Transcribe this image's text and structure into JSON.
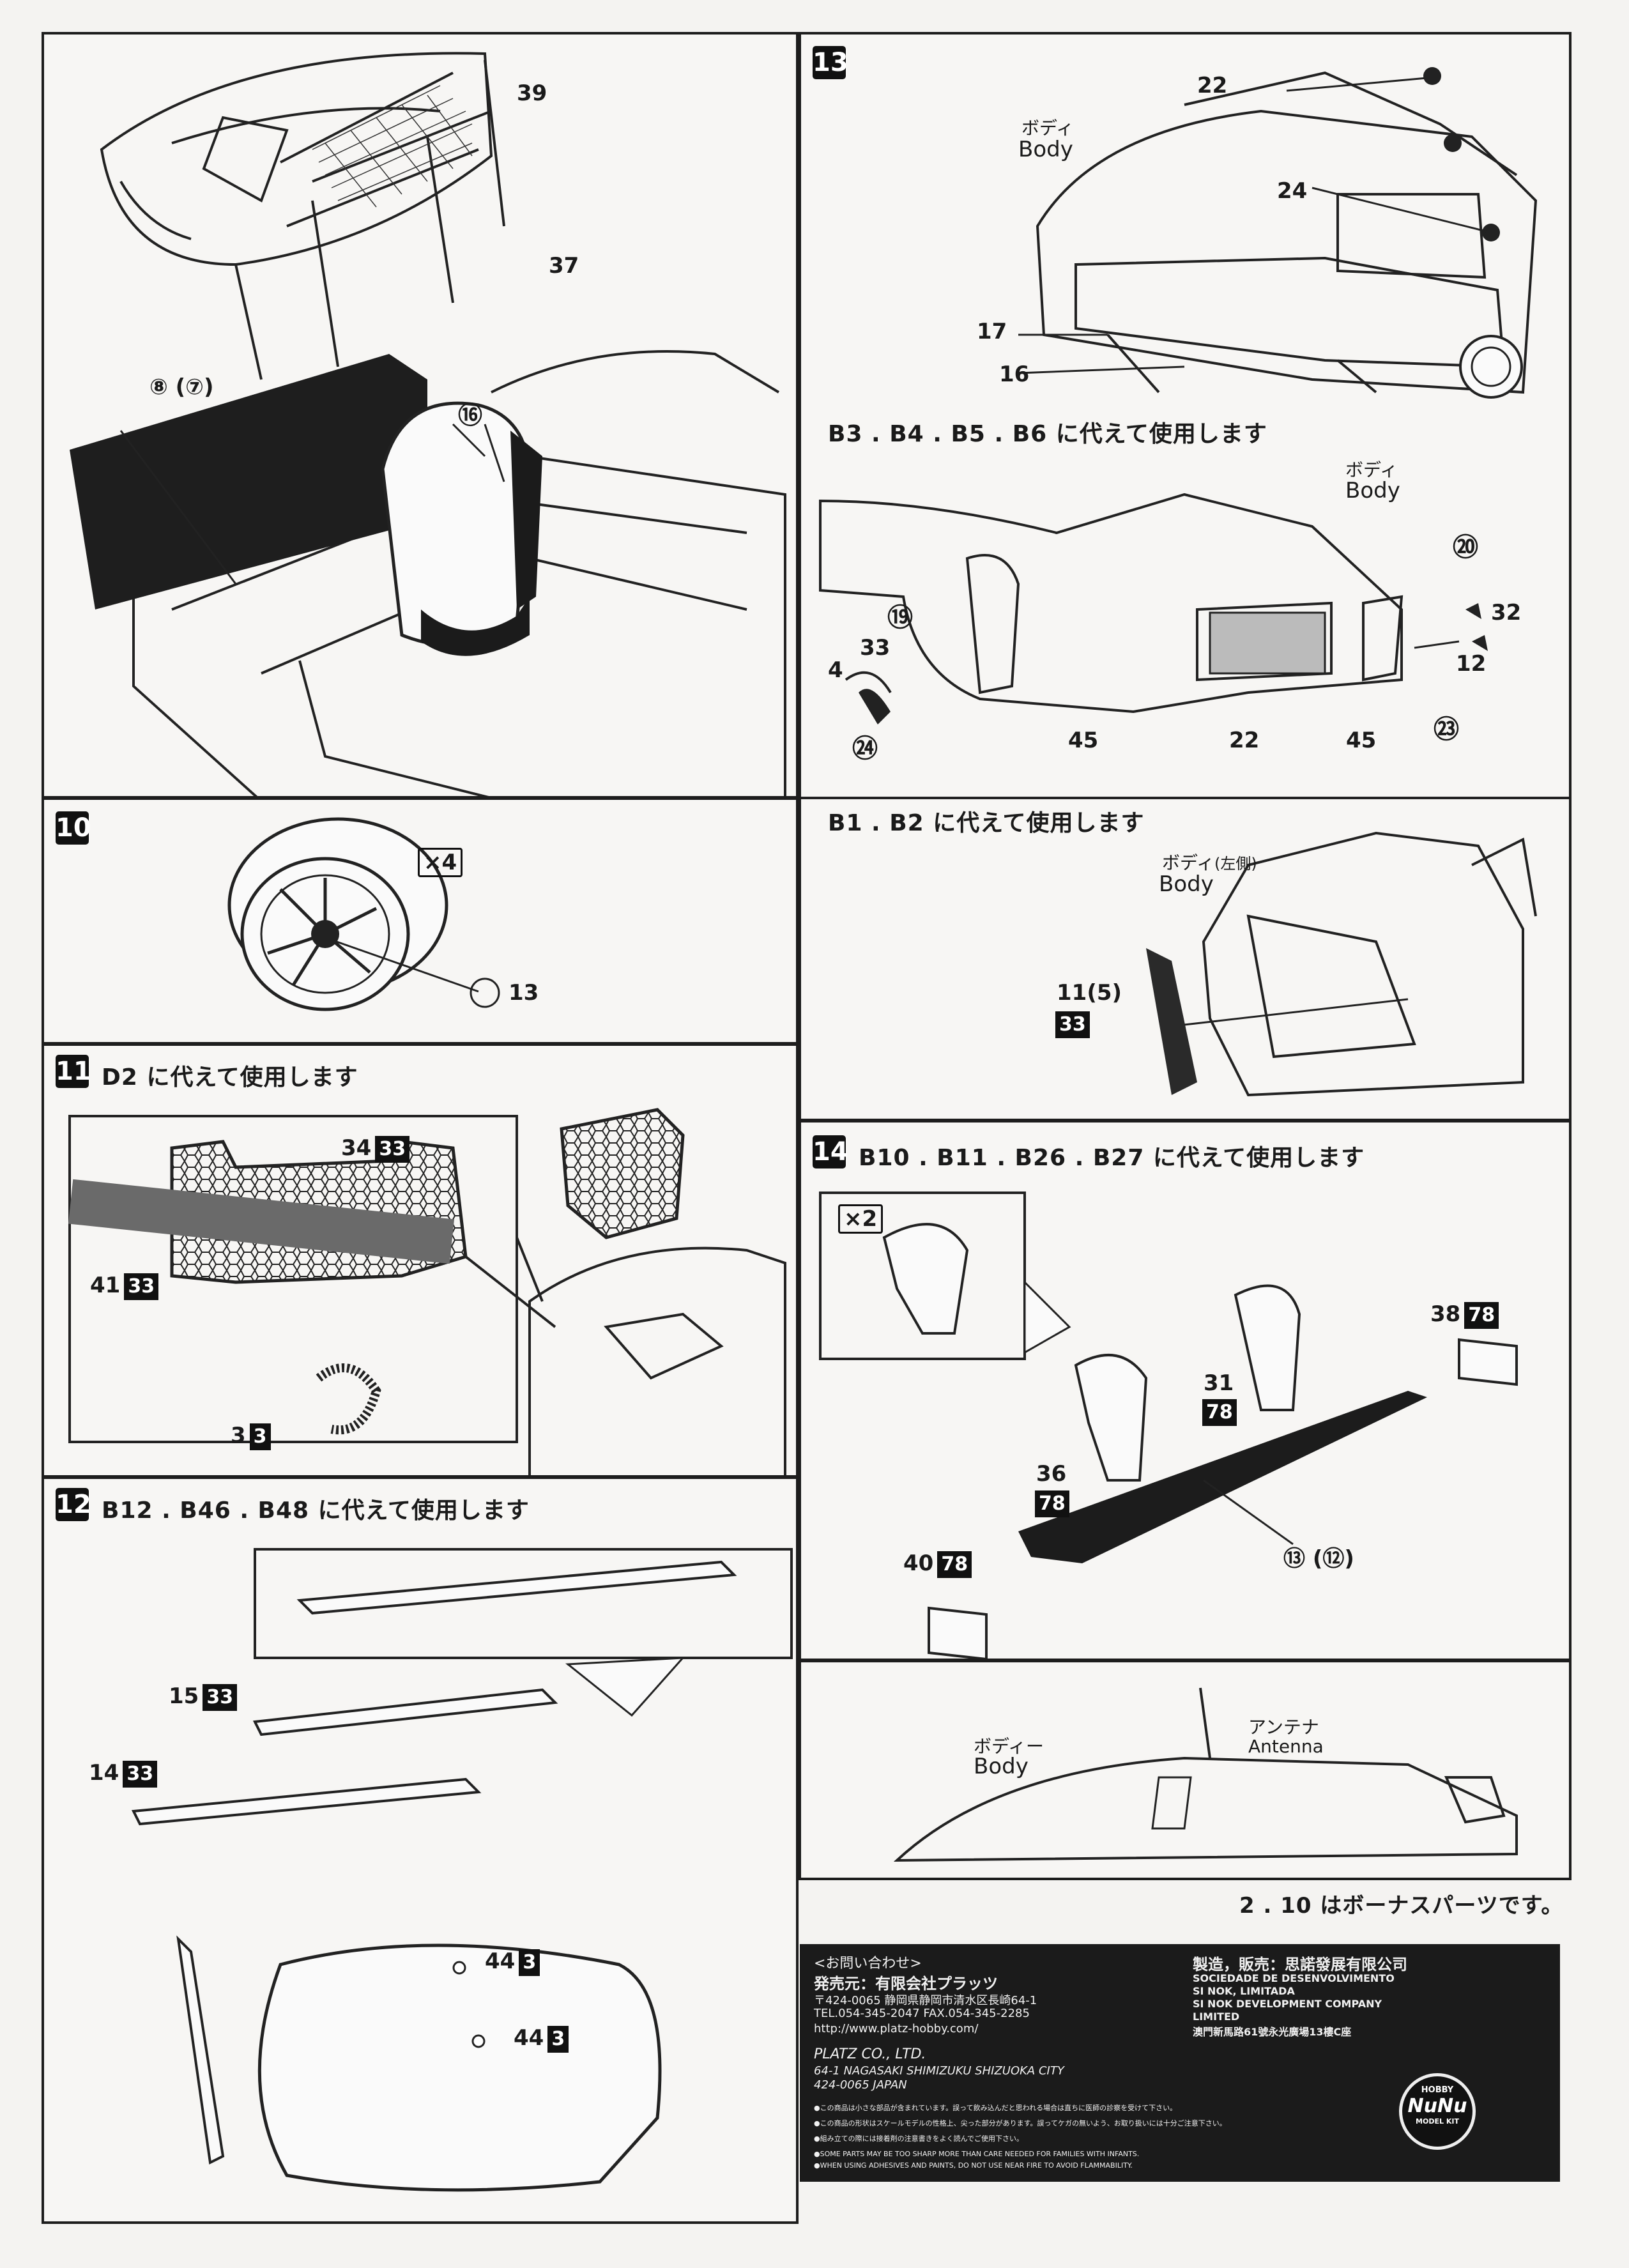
{
  "step9": {
    "part_39": "39",
    "part_37": "37",
    "part_8": "⑧ (⑦)",
    "part_16": "⑯"
  },
  "step10": {
    "number": "10",
    "multiplier": "×4",
    "part_13": "13"
  },
  "step11": {
    "number": "11",
    "title": "D2 に代えて使用します",
    "part_34": "34",
    "part_41": "41",
    "part_3": "3",
    "decal_33": "33",
    "decal_3": "3"
  },
  "step12": {
    "number": "12",
    "title": "B12 . B46 . B48 に代えて使用します",
    "part_15": "15",
    "part_14": "14",
    "part_44a": "44",
    "part_44b": "44",
    "decal_33": "33",
    "decal_3": "3"
  },
  "step13": {
    "number": "13",
    "body_jp": "ボディ",
    "body_en": "Body",
    "part_22": "22",
    "part_24": "24",
    "part_17": "17",
    "part_16": "16",
    "sub1_title": "B3 . B4 . B5 . B6 に代えて使用します",
    "sub1_body_jp": "ボディ",
    "sub1_body_en": "Body",
    "part_20": "⑳",
    "part_32": "32",
    "part_19": "⑲",
    "part_33": "33",
    "part_12": "12",
    "part_4": "4",
    "part_45a": "45",
    "part_22b": "22",
    "part_45b": "45",
    "part_23": "㉓",
    "part_24b": "㉔",
    "sub2_title": "B1 . B2 に代えて使用します",
    "sub2_body_jp": "ボディ",
    "sub2_body_side": "(左側)",
    "sub2_body_en": "Body",
    "part_11": "11(5)",
    "decal_33": "33"
  },
  "step14": {
    "number": "14",
    "title": "B10 . B11 . B26 . B27 に代えて使用します",
    "multiplier": "×2",
    "part_38": "38",
    "part_31": "31",
    "part_36": "36",
    "part_40": "40",
    "part_13": "⑬ (⑫)",
    "decal_78": "78"
  },
  "antenna": {
    "body_jp": "ボディー",
    "body_en": "Body",
    "antenna_jp": "アンテナ",
    "antenna_en": "Antenna"
  },
  "bonus_note": "2 . 10 はボーナスパーツです。",
  "contact": {
    "header": "<お問い合わせ>",
    "seller_label": "発売元：有限会社プラッツ",
    "address_jp": "〒424-0065 静岡県静岡市清水区長崎64-1",
    "tel": "TEL.054-345-2047 FAX.054-345-2285",
    "url": "http://www.platz-hobby.com/",
    "company_en": "PLATZ CO., LTD.",
    "address_en1": "64-1 NAGASAKI SHIMIZUKU SHIZUOKA CITY",
    "address_en2": "424-0065 JAPAN",
    "maker_label": "製造，販売：思諾發展有限公司",
    "maker_pt1": "SOCIEDADE DE DESENVOLVIMENTO",
    "maker_pt2": "SI NOK, LIMITADA",
    "maker_en1": "SI NOK DEVELOPMENT COMPANY",
    "maker_en2": "LIMITED",
    "maker_addr": "澳門新馬路61號永光廣場13樓C座",
    "warn_jp1": "●この商品は小さな部品が含まれています。誤って飲み込んだと思われる場合は直ちに医師の診察を受けて下さい。",
    "warn_jp2": "●この商品の形状はスケールモデルの性格上、尖った部分があります。誤ってケガの無いよう、お取り扱いには十分ご注意下さい。",
    "warn_jp3": "●組み立ての際には接着剤の注意書きをよく読んでご使用下さい。",
    "warn_en1": "●SOME PARTS MAY BE TOO SHARP MORE THAN CARE NEEDED FOR FAMILIES WITH INFANTS.",
    "warn_en2": "●WHEN USING ADHESIVES AND PAINTS, DO NOT USE NEAR FIRE TO AVOID FLAMMABILITY.",
    "logo_top": "HOBBY",
    "logo_main": "NuNu",
    "logo_bottom": "MODEL KIT"
  }
}
